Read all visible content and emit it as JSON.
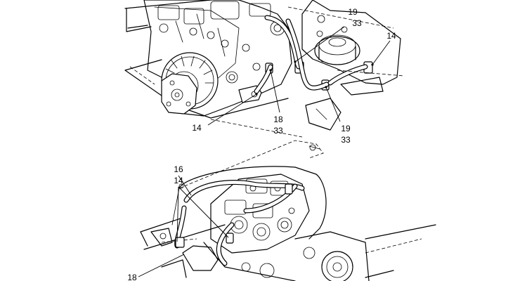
{
  "callouts": [
    {
      "lines": [
        "19",
        "33"
      ]
    },
    {
      "lines": [
        "14"
      ]
    },
    {
      "lines": [
        "18",
        "33"
      ]
    },
    {
      "lines": [
        "19",
        "33"
      ]
    },
    {
      "lines": [
        "14"
      ]
    },
    {
      "lines": [
        "16",
        "14"
      ]
    },
    {
      "lines": [
        "18"
      ]
    }
  ],
  "colors": {
    "line": "#000000",
    "background": "#ffffff"
  }
}
